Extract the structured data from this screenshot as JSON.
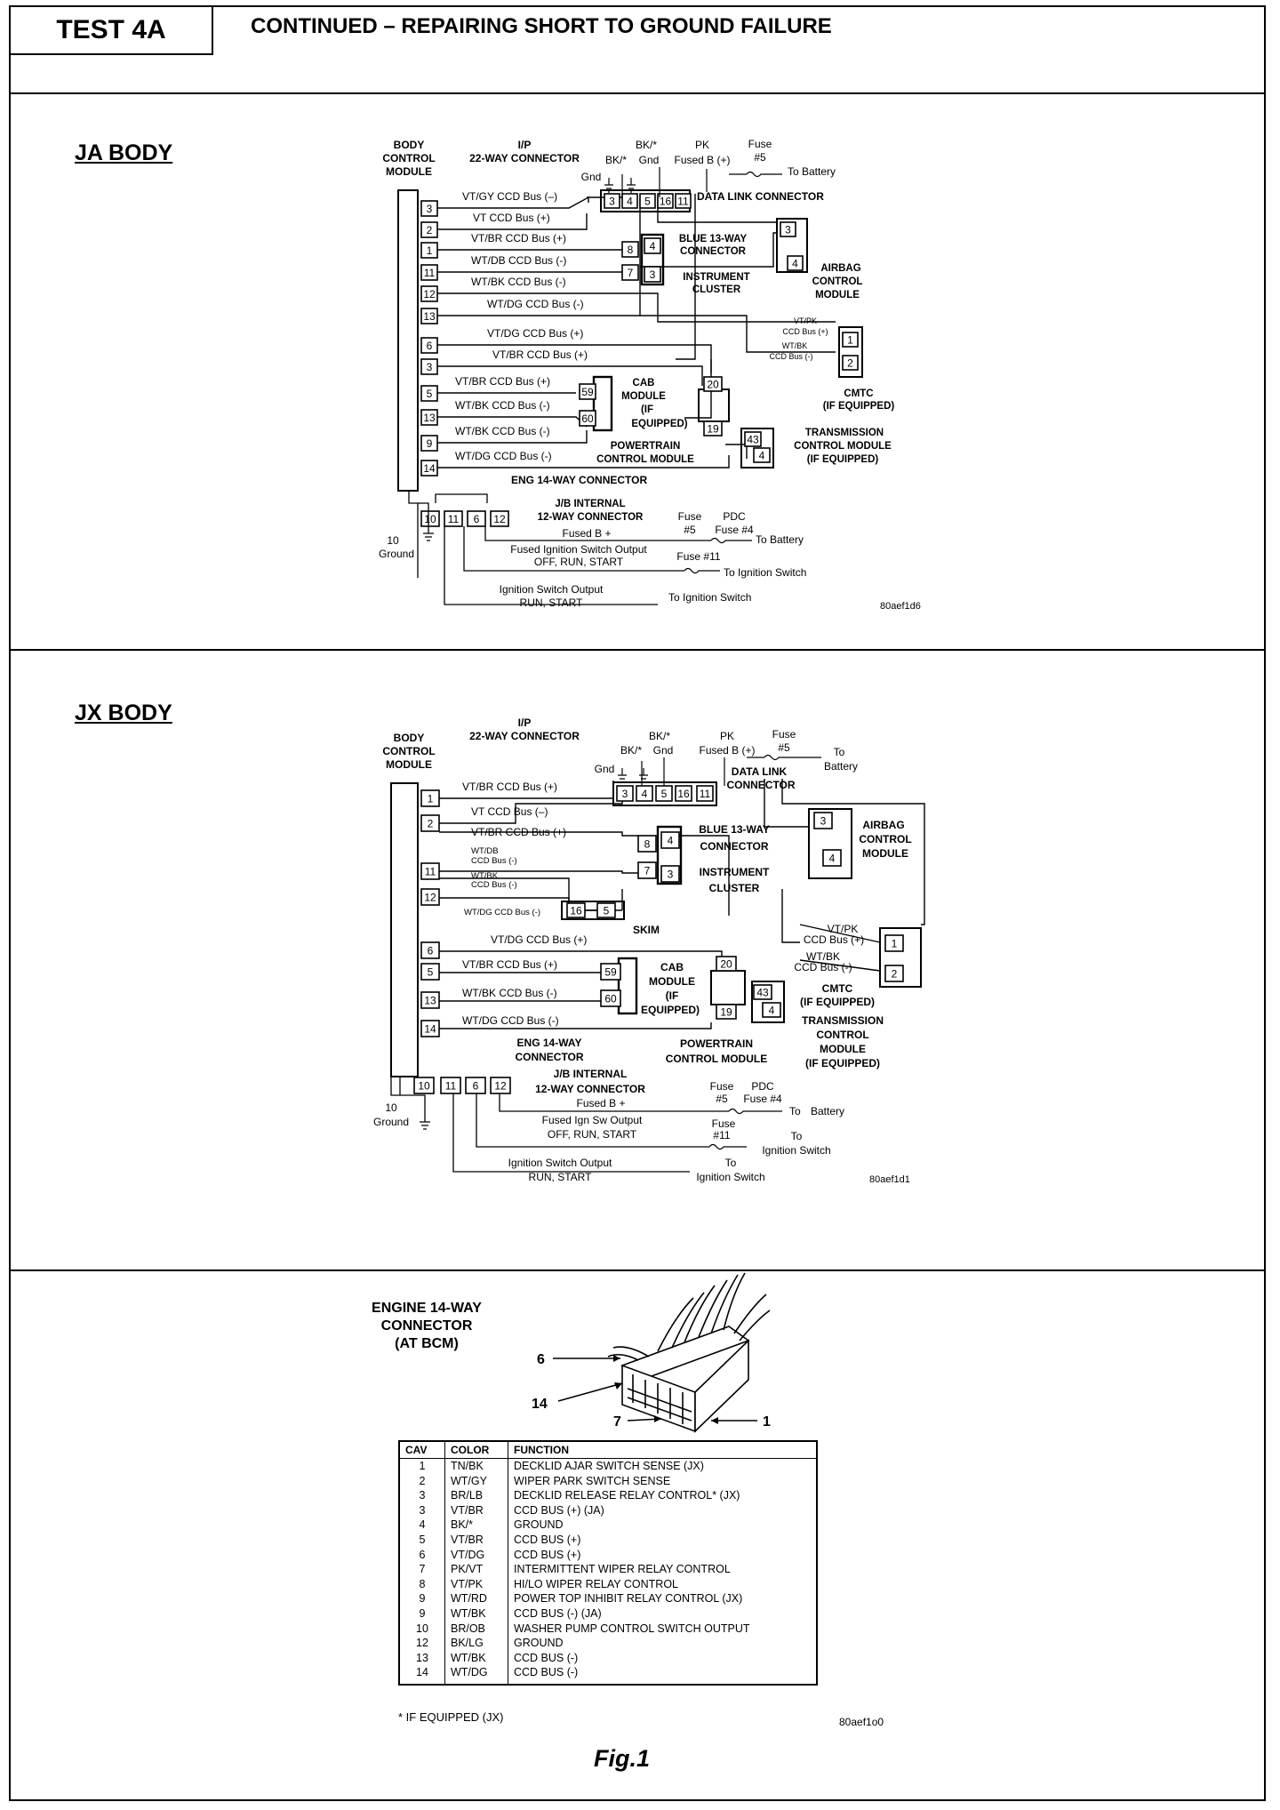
{
  "header": {
    "test_label": "TEST 4A",
    "title": "CONTINUED – REPAIRING SHORT TO GROUND FAILURE"
  },
  "ja": {
    "section_label": "JA BODY",
    "bcm": [
      "BODY",
      "CONTROL",
      "MODULE"
    ],
    "ip_conn": [
      "I/P",
      "22-WAY CONNECTOR"
    ],
    "gnd_labels": [
      "BK/*",
      "BK/*",
      "Gnd",
      "Gnd"
    ],
    "pk": "PK",
    "fused_b": "Fused B (+)",
    "fuse5": [
      "Fuse",
      "#5"
    ],
    "to_battery": "To Battery",
    "dlc": "DATA LINK CONNECTOR",
    "dlc_pins": [
      "3",
      "4",
      "5",
      "16",
      "11"
    ],
    "bcm_pins_top": [
      "3",
      "2",
      "1",
      "11",
      "12",
      "13"
    ],
    "bcm_pins_bottom": [
      "6",
      "3",
      "5",
      "13",
      "9",
      "14"
    ],
    "wires_top": [
      "VT/GY  CCD Bus (–)",
      "VT  CCD Bus (+)",
      "VT/BR  CCD Bus (+)",
      "WT/DB  CCD Bus (-)",
      "WT/BK  CCD Bus (-)",
      "WT/DG  CCD Bus (-)"
    ],
    "wires_bottom": [
      "VT/DG  CCD Bus (+)",
      "VT/BR  CCD Bus (+)",
      "VT/BR  CCD Bus (+)",
      "WT/BK  CCD Bus (-)",
      "WT/BK  CCD Bus (-)",
      "WT/DG  CCD Bus (-)"
    ],
    "blue13": [
      "BLUE 13-WAY",
      "CONNECTOR"
    ],
    "blue13_pins": [
      "8",
      "4",
      "7",
      "3"
    ],
    "instrument": [
      "INSTRUMENT",
      "CLUSTER"
    ],
    "airbag": [
      "AIRBAG",
      "CONTROL",
      "MODULE"
    ],
    "airbag_pins": [
      "3",
      "4"
    ],
    "cmtc_wires": [
      "VT/PK",
      "CCD Bus (+)",
      "WT/BK",
      "CCD Bus (-)"
    ],
    "cmtc_pins": [
      "1",
      "2"
    ],
    "cmtc": [
      "CMTC",
      "(IF EQUIPPED)"
    ],
    "cab": [
      "CAB",
      "MODULE",
      "(IF",
      "EQUIPPED)"
    ],
    "cab_pins": [
      "59",
      "60",
      "20",
      "19"
    ],
    "pcm": [
      "POWERTRAIN",
      "CONTROL MODULE"
    ],
    "tcm": [
      "TRANSMISSION",
      "CONTROL MODULE",
      "(IF EQUIPPED)"
    ],
    "tcm_pins": [
      "43",
      "4"
    ],
    "eng14": "ENG 14-WAY CONNECTOR",
    "jb": [
      "J/B INTERNAL",
      "12-WAY CONNECTOR"
    ],
    "jb_pins": [
      "10",
      "11",
      "6",
      "12"
    ],
    "fused_b_plus": "Fused B +",
    "fuse_pdc": [
      "Fuse",
      "#5",
      "PDC",
      "Fuse #4"
    ],
    "fused_ign": [
      "Fused Ignition Switch Output",
      "OFF, RUN, START"
    ],
    "fuse11": "Fuse #11",
    "to_ign": "To Ignition Switch",
    "ign_out": [
      "Ignition Switch Output",
      "RUN, START"
    ],
    "ground": [
      "10",
      "Ground"
    ],
    "ref": "80aef1d6"
  },
  "jx": {
    "section_label": "JX BODY",
    "bcm": [
      "BODY",
      "CONTROL",
      "MODULE"
    ],
    "ip_conn": [
      "I/P",
      "22-WAY CONNECTOR"
    ],
    "gnd_labels": [
      "BK/*",
      "BK/*",
      "Gnd",
      "Gnd"
    ],
    "pk": "PK",
    "fused_b": "Fused B (+)",
    "fuse5": [
      "Fuse",
      "#5"
    ],
    "to_battery": [
      "To",
      "Battery"
    ],
    "dlc": [
      "DATA LINK",
      "CONNECTOR"
    ],
    "dlc_pins": [
      "3",
      "4",
      "5",
      "16",
      "11"
    ],
    "bcm_pins_top": [
      "1",
      "2",
      "11",
      "12"
    ],
    "bcm_pins_bottom": [
      "6",
      "5",
      "13",
      "14"
    ],
    "wires_top": [
      "VT/BR  CCD Bus (+)",
      "VT  CCD Bus (–)",
      "VT/BR  CCD Bus (+)",
      "WT/DB",
      "CCD Bus (-)",
      "WT/BK",
      "CCD Bus (-)",
      "WT/DG CCD Bus (-)"
    ],
    "wires_bottom": [
      "VT/DG  CCD Bus (+)",
      "VT/BR  CCD Bus (+)",
      "WT/BK  CCD Bus (-)",
      "WT/DG  CCD Bus (-)"
    ],
    "skim": "SKIM",
    "skim_pins": [
      "16",
      "5"
    ],
    "blue13": [
      "BLUE 13-WAY",
      "CONNECTOR"
    ],
    "blue13_pins": [
      "8",
      "4",
      "7",
      "3"
    ],
    "instrument": [
      "INSTRUMENT",
      "CLUSTER"
    ],
    "airbag": [
      "AIRBAG",
      "CONTROL",
      "MODULE"
    ],
    "airbag_pins": [
      "3",
      "4"
    ],
    "cmtc_wires": [
      "VT/PK",
      "CCD Bus (+)",
      "WT/BK",
      "CCD Bus (-)"
    ],
    "cmtc_pins": [
      "1",
      "2"
    ],
    "cmtc": [
      "CMTC",
      "(IF EQUIPPED)"
    ],
    "cab": [
      "CAB",
      "MODULE",
      "(IF",
      "EQUIPPED)"
    ],
    "cab_pins": [
      "59",
      "60",
      "20",
      "19"
    ],
    "pcm": [
      "POWERTRAIN",
      "CONTROL MODULE"
    ],
    "tcm": [
      "TRANSMISSION",
      "CONTROL",
      "MODULE",
      "(IF EQUIPPED)"
    ],
    "tcm_pins": [
      "43",
      "4"
    ],
    "eng14": [
      "ENG 14-WAY",
      "CONNECTOR"
    ],
    "jb": [
      "J/B INTERNAL",
      "12-WAY CONNECTOR"
    ],
    "jb_pins": [
      "10",
      "11",
      "6",
      "12"
    ],
    "fused_b_plus": "Fused B +",
    "fuse_pdc": [
      "Fuse",
      "#5",
      "PDC",
      "Fuse #4"
    ],
    "fused_ign": [
      "Fused Ign Sw Output",
      "OFF, RUN, START"
    ],
    "fuse11": [
      "Fuse",
      "#11"
    ],
    "to_ign": [
      "To",
      "Ignition Switch"
    ],
    "ign_out": [
      "Ignition Switch Output",
      "RUN, START"
    ],
    "to_ign2": [
      "To",
      "Ignition Switch"
    ],
    "ground": [
      "10",
      "Ground"
    ],
    "ref": "80aef1d1"
  },
  "connector": {
    "title": [
      "ENGINE 14-WAY",
      "CONNECTOR",
      "(AT BCM)"
    ],
    "callouts": [
      "6",
      "14",
      "7",
      "1"
    ],
    "table_headers": [
      "CAV",
      "COLOR",
      "FUNCTION"
    ],
    "rows": [
      [
        "1",
        "TN/BK",
        "DECKLID AJAR SWITCH SENSE (JX)"
      ],
      [
        "2",
        "WT/GY",
        "WIPER PARK SWITCH SENSE"
      ],
      [
        "3",
        "BR/LB",
        "DECKLID RELEASE RELAY CONTROL* (JX)"
      ],
      [
        "3",
        "VT/BR",
        "CCD BUS (+) (JA)"
      ],
      [
        "4",
        "BK/*",
        "GROUND"
      ],
      [
        "5",
        "VT/BR",
        "CCD BUS (+)"
      ],
      [
        "6",
        "VT/DG",
        "CCD BUS (+)"
      ],
      [
        "7",
        "PK/VT",
        "INTERMITTENT WIPER RELAY CONTROL"
      ],
      [
        "8",
        "VT/PK",
        "HI/LO WIPER RELAY CONTROL"
      ],
      [
        "9",
        "WT/RD",
        "POWER TOP INHIBIT RELAY CONTROL (JX)"
      ],
      [
        "9",
        "WT/BK",
        "CCD BUS (-) (JA)"
      ],
      [
        "10",
        "BR/OB",
        "WASHER PUMP CONTROL SWITCH OUTPUT"
      ],
      [
        "12",
        "BK/LG",
        "GROUND"
      ],
      [
        "13",
        "WT/BK",
        "CCD BUS (-)"
      ],
      [
        "14",
        "WT/DG",
        "CCD BUS (-)"
      ]
    ],
    "note": "* IF EQUIPPED (JX)",
    "ref": "80aef1o0"
  },
  "figure_label": "Fig.1"
}
